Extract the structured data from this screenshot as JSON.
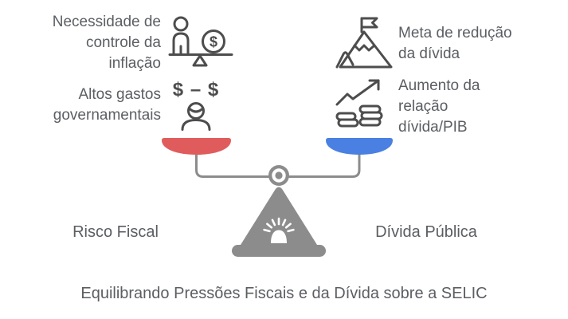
{
  "title": "Equilibrando Pressões Fiscais e da Dívida sobre a SELIC",
  "left": {
    "label": "Risco Fiscal",
    "pan_color": "#E05C5C",
    "items": [
      {
        "icon": "person-money-balance-icon",
        "lines": [
          "Necessidade de",
          "controle da",
          "inflação"
        ]
      },
      {
        "icon": "spending-person-icon",
        "icon_text": "$ – $",
        "lines": [
          "Altos gastos",
          "governamentais"
        ]
      }
    ]
  },
  "right": {
    "label": "Dívida Pública",
    "pan_color": "#4A80E1",
    "items": [
      {
        "icon": "mountain-flag-icon",
        "lines": [
          "Meta de redução",
          "da dívida"
        ]
      },
      {
        "icon": "growth-chart-coins-icon",
        "lines": [
          "Aumento da",
          "relação",
          "dívida/PIB"
        ]
      }
    ]
  },
  "icons": {
    "dollar_sign": "$"
  },
  "colors": {
    "red_pan": "#E05C5C",
    "blue_pan": "#4A80E1",
    "scale_gray": "#8C8C8C",
    "icon_stroke": "#4D4D4D",
    "text_gray": "#5B5E63",
    "background": "#FFFFFF"
  }
}
